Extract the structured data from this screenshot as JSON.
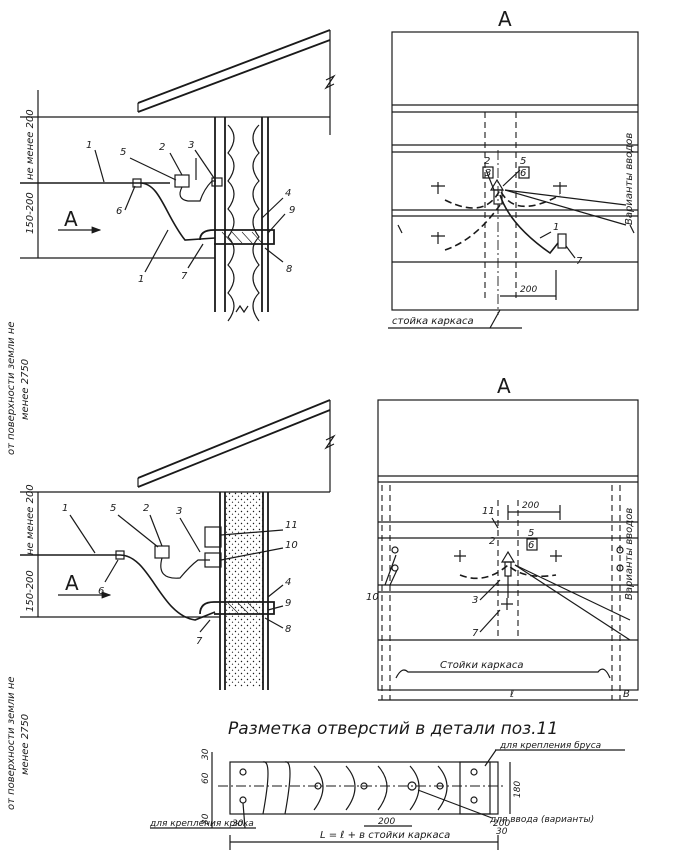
{
  "top_view": {
    "dim_left_top": "не менее 200",
    "dim_left_mid": "150-200",
    "arrow_label": "A",
    "side_note_line1": "от поверхности земли не",
    "side_note_line2": "менее 2750",
    "callouts": [
      "1",
      "5",
      "2",
      "3",
      "4",
      "9",
      "6",
      "1",
      "7",
      "8"
    ]
  },
  "top_section": {
    "title": "A",
    "variants": "Варианты вводов",
    "frame_post": "стойка каркаса",
    "dim_200": "200",
    "callouts": [
      "2",
      "3",
      "5",
      "6",
      "1",
      "7"
    ]
  },
  "bottom_view": {
    "dim_left_top": "не менее 200",
    "dim_left_mid": "150-200",
    "arrow_label": "A",
    "side_note_line1": "от поверхности земли не",
    "side_note_line2": "менее 2750",
    "callouts": [
      "1",
      "5",
      "2",
      "3",
      "11",
      "10",
      "4",
      "6",
      "9",
      "8",
      "7"
    ]
  },
  "bottom_section": {
    "title": "A",
    "variants": "Варианты вводов",
    "frame_posts": "Стойки каркаса",
    "dim_200": "200",
    "span_label": "ℓ",
    "edge_label": "B",
    "callouts": [
      "11",
      "2",
      "5",
      "6",
      "10",
      "3",
      "7"
    ]
  },
  "marking": {
    "title": "Разметка отверстий в детали поз.11",
    "label_beam": "для крепления бруса",
    "label_hook": "для крепления крюка",
    "label_inlet": "для ввода (варианты)",
    "formula": "L = ℓ + в стойки каркаса",
    "dims": [
      "30",
      "60",
      "30",
      "180",
      "30",
      "30",
      "200",
      "30"
    ]
  }
}
